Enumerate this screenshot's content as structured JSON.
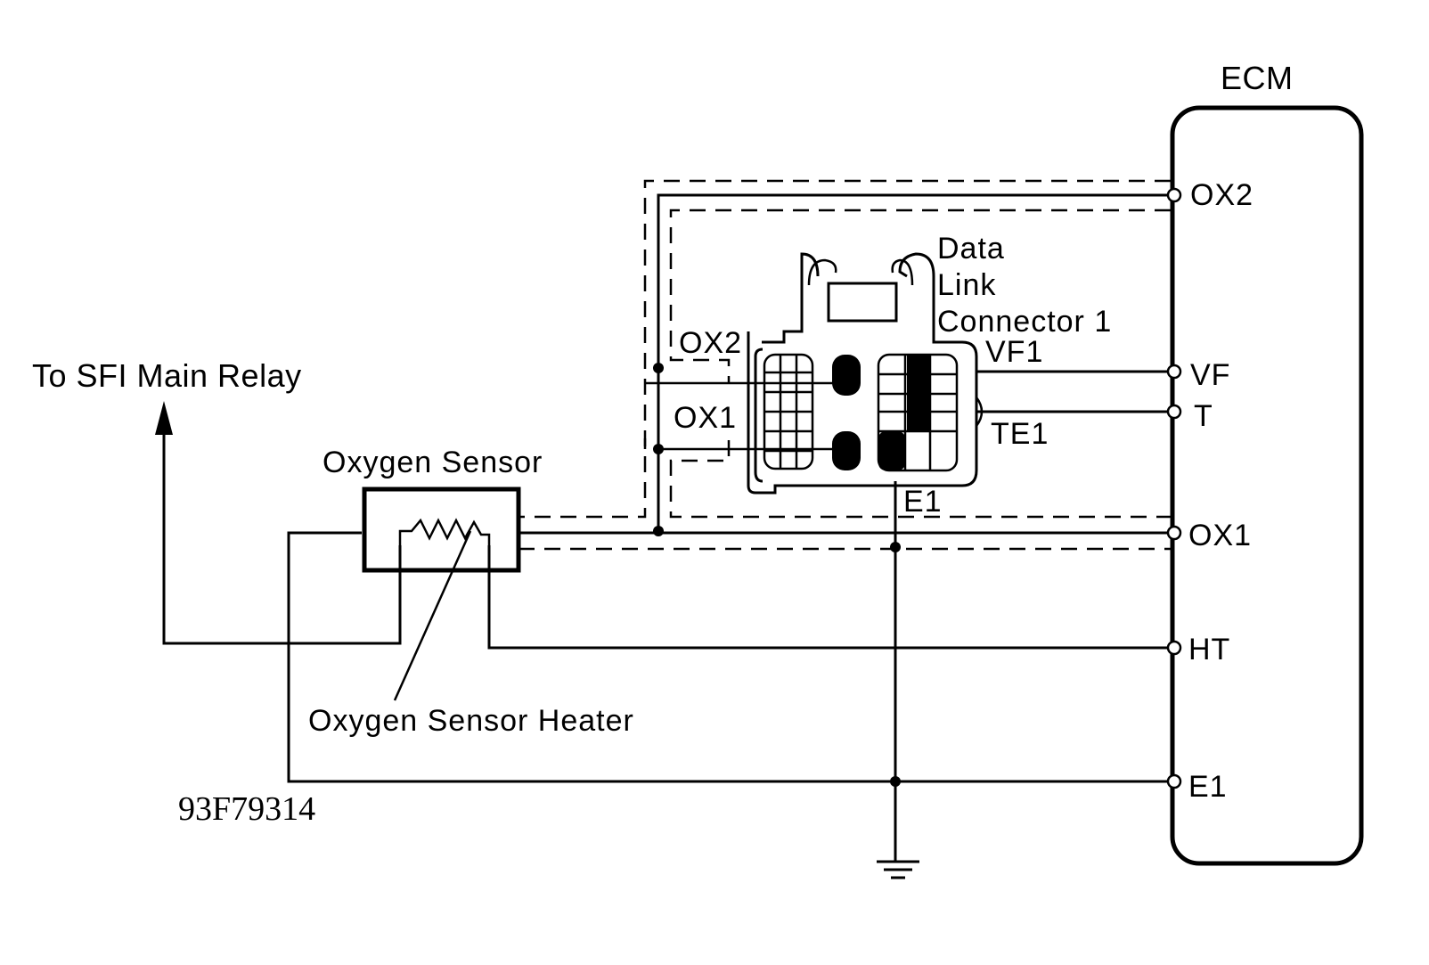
{
  "ecm": {
    "title": "ECM"
  },
  "ecm_terminals": {
    "ox2": "OX2",
    "vf": "VF",
    "t": "T",
    "ox1": "OX1",
    "ht": "HT",
    "e1": "E1"
  },
  "dlc": {
    "line1": "Data",
    "line2": "Link",
    "line3": "Connector 1",
    "vf1": "VF1",
    "te1": "TE1",
    "e1": "E1",
    "ox2": "OX2",
    "ox1": "OX1"
  },
  "relay_label": "To SFI Main Relay",
  "sensor_label": "Oxygen Sensor",
  "heater_label": "Oxygen Sensor Heater",
  "figure_code": "93F79314"
}
